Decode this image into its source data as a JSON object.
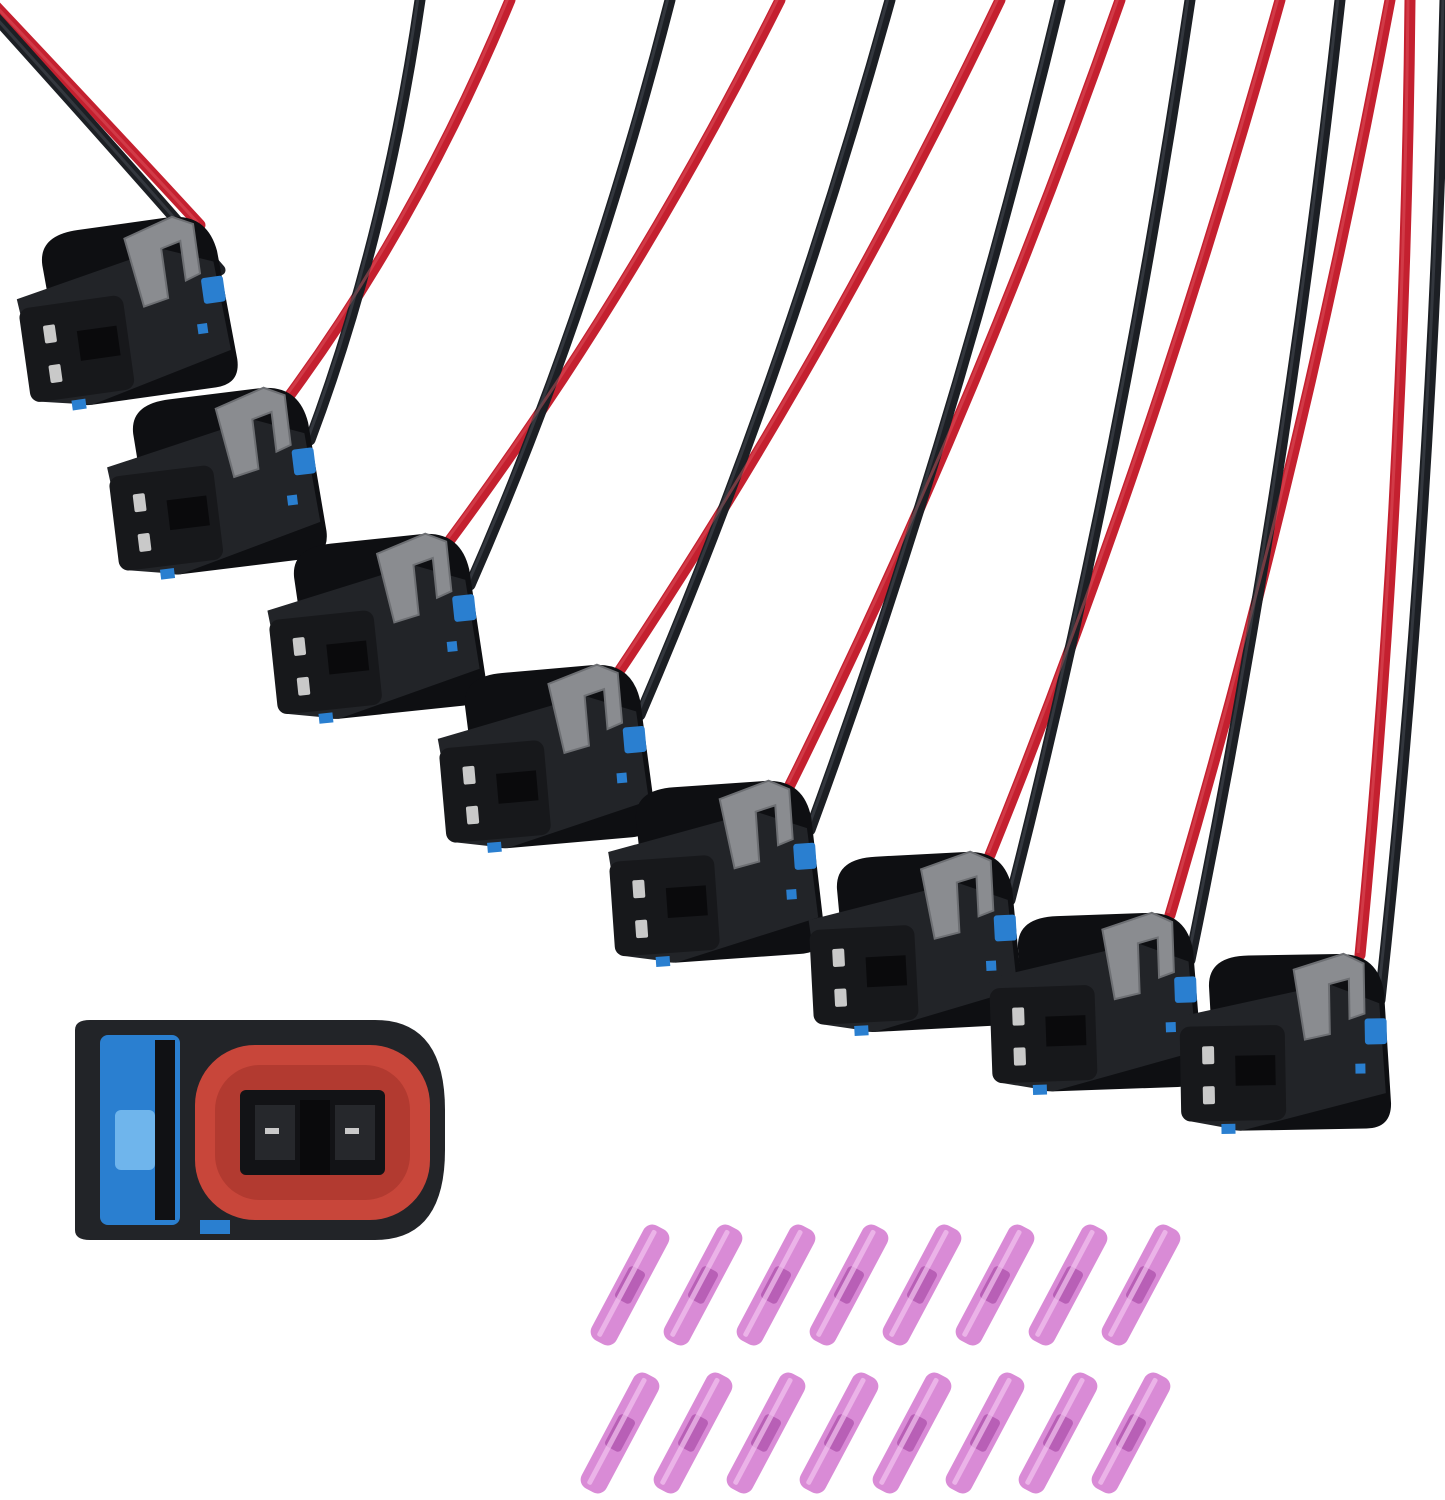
{
  "product_photo": {
    "background": "#ffffff",
    "colors": {
      "red_wire": "#c4202f",
      "black_wire": "#1c1f24",
      "housing": "#222428",
      "housing_shadow": "#0e0f12",
      "latch_gray": "#8a8c90",
      "lock_blue": "#2a7fd0",
      "seal_red": "#c8463a",
      "terminal_metal": "#c9c9c9",
      "heat_shrink_pink": "#d98bd6",
      "heat_shrink_band": "#b85fb6"
    },
    "pigtail_connectors": {
      "count": 8
    },
    "front_connector_view": {
      "count": 1
    },
    "butt_connectors": {
      "count": 16,
      "rows": 2,
      "per_row": 8
    }
  }
}
